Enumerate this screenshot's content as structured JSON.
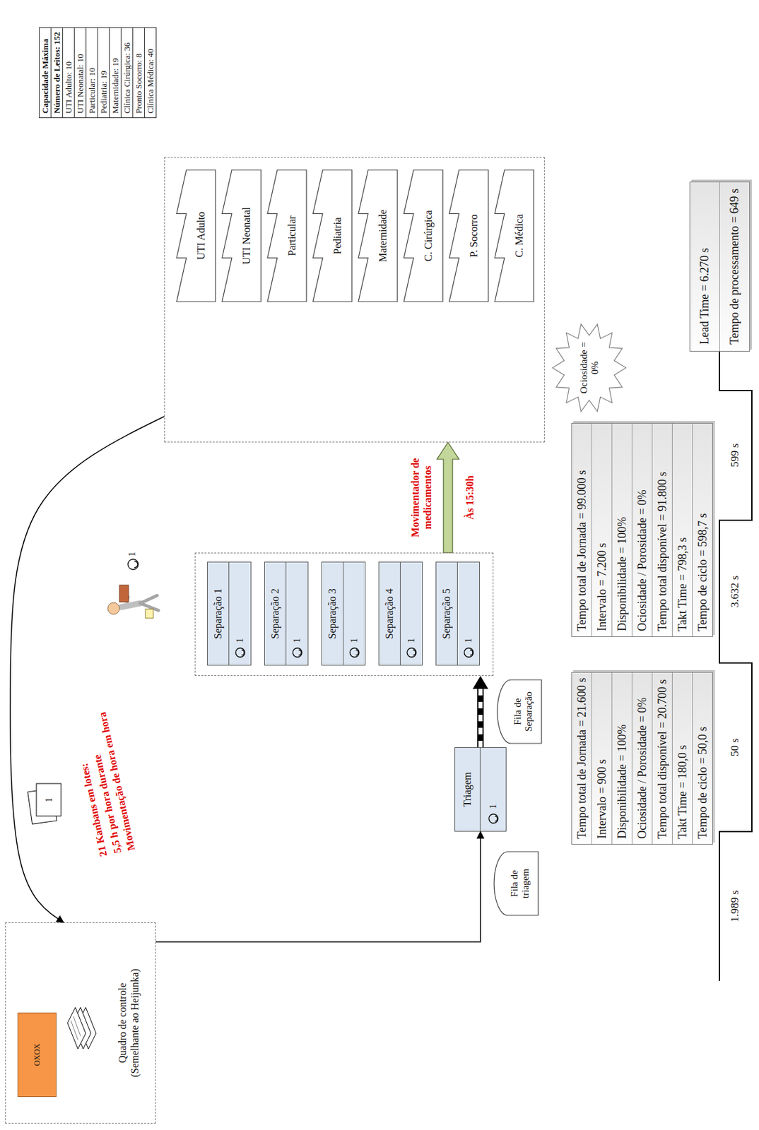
{
  "diagram": {
    "nodes": [
      {
        "text": [
          "Quadro de controle (Semelhante ao Heijunka)"
        ]
      },
      {
        "text": [
          "OXOX"
        ],
        "in": 0
      },
      {
        "text": [
          "Fila de triagem"
        ]
      },
      {
        "text": [
          "Triagem",
          "1"
        ]
      },
      {
        "text": [
          "Fila de Separação"
        ]
      },
      {
        "text": []
      },
      {
        "text": [
          "Separação 1",
          "1"
        ],
        "in": 5
      },
      {
        "text": [
          "Separação 2",
          "1"
        ],
        "in": 5
      },
      {
        "text": [
          "Separação 3",
          "1"
        ],
        "in": 5
      },
      {
        "text": [
          "Separação 4",
          "1"
        ],
        "in": 5
      },
      {
        "text": [
          "Separação 5",
          "1"
        ],
        "in": 5
      },
      {
        "text": []
      },
      {
        "text": [
          "UTI Adulto"
        ],
        "in": 11
      },
      {
        "text": [
          "UTI Neonatal"
        ],
        "in": 11
      },
      {
        "text": [
          "Particular"
        ],
        "in": 11
      },
      {
        "text": [
          "Pediatria"
        ],
        "in": 11
      },
      {
        "text": [
          "Maternidade"
        ],
        "in": 11
      },
      {
        "text": [
          "C. Cirúrgica"
        ],
        "in": 11
      },
      {
        "text": [
          "P. Socorro"
        ],
        "in": 11
      },
      {
        "text": [
          "C. Médica"
        ],
        "in": 11
      },
      {
        "text": [
          "Capacidade Máxima",
          "Número de Leitos: 152",
          "UTI Adulto: 10",
          "UTI Neonatal: 10",
          "Particular: 10",
          "Pediatria: 19",
          "Maternidade: 19",
          "Clínica Cirúrgica: 36",
          "Pronto Socorro: 8",
          "Clínica Médica: 40"
        ]
      },
      {
        "text": [
          "Tempo total de Jornada = 21.600 s",
          "Intervalo = 900 s",
          "Disponibilidade = 100%",
          "Ociosidade / Porosidade = 0%",
          "Tempo total disponível = 20.700 s",
          "Takt Time = 180,0 s",
          "Tempo de ciclo = 50,0 s"
        ]
      },
      {
        "text": [
          "Tempo total de Jornada = 99.000 s",
          "Intervalo = 7.200 s",
          "Disponibilidade = 100%",
          "Ociosidade / Porosidade = 0%",
          "Tempo total disponível = 91.800 s",
          "Takt Time = 798,3 s",
          "Tempo de ciclo = 598,7 s"
        ]
      },
      {
        "text": [
          "Ociosidade = 0%"
        ]
      },
      {
        "text": [
          "Lead Time = 6.270 s",
          "Tempo de processamento = 649 s"
        ]
      }
    ],
    "edges": [
      {
        "from": 0,
        "to": 3,
        "arrow": "to"
      },
      {
        "from": 3,
        "to": 5,
        "arrow": "to"
      },
      {
        "from": 5,
        "to": 11,
        "label": "Movimentador de medicamentos",
        "arrow": "to"
      },
      {
        "from": 11,
        "to": 0,
        "arrow": "to"
      }
    ],
    "labels": [
      "21 Kanbans em lotes:",
      "5,5 h por hora durante",
      "Movimentação de hora em hora",
      "1",
      "1",
      "Às 15:30h",
      "1.989 s",
      "50 s",
      "3.632 s",
      "599 s"
    ]
  }
}
